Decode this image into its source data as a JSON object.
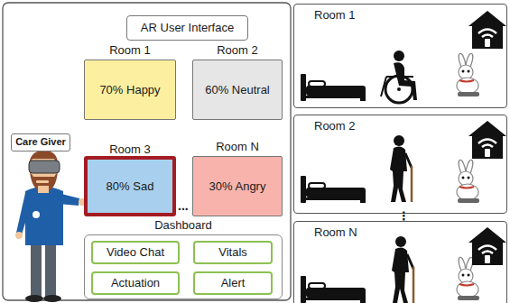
{
  "diagram": {
    "nodes": [
      {
        "text": [
          "AR User Interface"
        ]
      },
      {
        "text": [
          "Room 1",
          "70% Happy"
        ]
      },
      {
        "text": [
          "Room 2",
          "60% Neutral"
        ]
      },
      {
        "text": [
          "Room 3",
          "80% Sad"
        ]
      },
      {
        "text": [
          "Room N",
          "30% Angry"
        ]
      },
      {
        "text": [
          "Dashboard"
        ]
      },
      {
        "text": [
          "Video Chat"
        ],
        "in": 5
      },
      {
        "text": [
          "Vitals"
        ],
        "in": 5
      },
      {
        "text": [
          "Actuation"
        ],
        "in": 5
      },
      {
        "text": [
          "Alert"
        ],
        "in": 5
      },
      {
        "text": [
          "Care Giver"
        ]
      },
      {
        "text": [
          "Room 1"
        ]
      },
      {
        "text": [
          "Room 2"
        ]
      },
      {
        "text": [
          "Room N"
        ]
      }
    ],
    "labels": [
      "...",
      "⋮"
    ]
  }
}
